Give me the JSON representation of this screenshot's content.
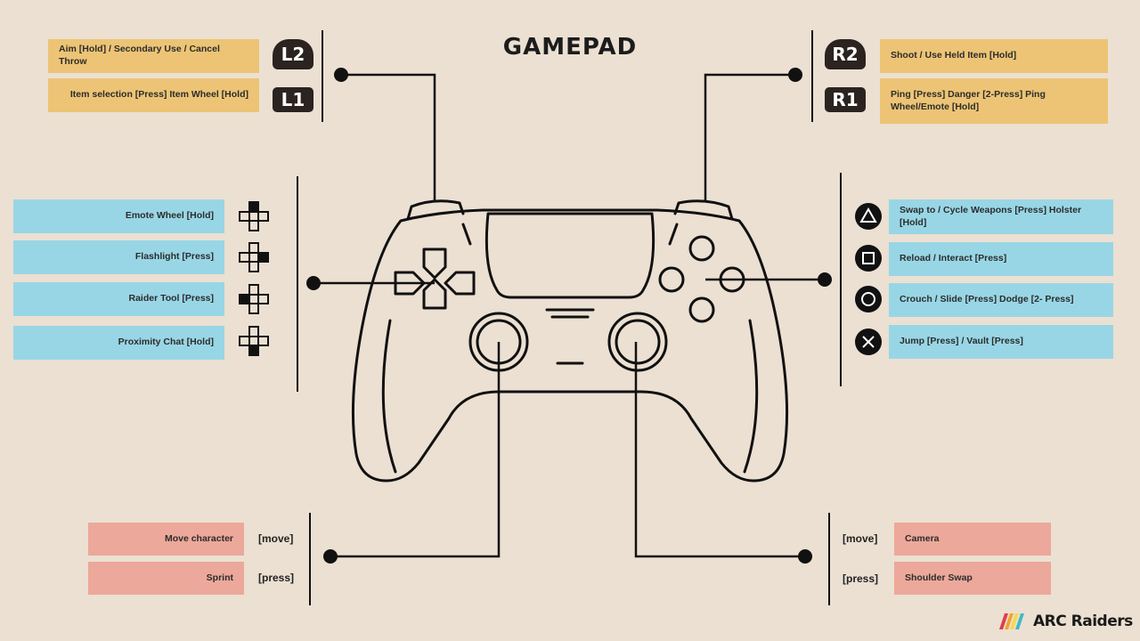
{
  "title": "GAMEPAD",
  "left_triggers": [
    {
      "button": "L2",
      "label": "Aim [Hold] / Secondary Use / Cancel Throw"
    },
    {
      "button": "L1",
      "label": "Item selection [Press] Item Wheel [Hold]"
    }
  ],
  "right_triggers": [
    {
      "button": "R2",
      "label": "Shoot / Use Held Item [Hold]"
    },
    {
      "button": "R1",
      "label": "Ping [Press] Danger [2-Press] Ping Wheel/Emote [Hold]"
    }
  ],
  "dpad": [
    {
      "direction": "up",
      "icon": "dpad-up-icon",
      "label": "Emote Wheel  [Hold]"
    },
    {
      "direction": "right",
      "icon": "dpad-right-icon",
      "label": "Flashlight [Press]"
    },
    {
      "direction": "left",
      "icon": "dpad-left-icon",
      "label": "Raider Tool [Press]"
    },
    {
      "direction": "down",
      "icon": "dpad-down-icon",
      "label": "Proximity Chat [Hold]"
    }
  ],
  "face_buttons": [
    {
      "icon": "triangle-button-icon",
      "label": "Swap to / Cycle Weapons [Press] Holster [Hold]"
    },
    {
      "icon": "square-button-icon",
      "label": "Reload / Interact [Press]"
    },
    {
      "icon": "circle-button-icon",
      "label": "Crouch / Slide [Press] Dodge  [2- Press]"
    },
    {
      "icon": "cross-button-icon",
      "label": "Jump [Press] / Vault [Press]"
    }
  ],
  "left_stick": [
    {
      "input": "[move]",
      "label": "Move character"
    },
    {
      "input": "[press]",
      "label": "Sprint"
    }
  ],
  "right_stick": [
    {
      "input": "[move]",
      "label": "Camera"
    },
    {
      "input": "[press]",
      "label": "Shoulder Swap"
    }
  ],
  "logo_text": "ARC Raiders",
  "colors": {
    "background": "#ebe0d2",
    "trigger_labels": "#edc475",
    "button_labels": "#98d6e6",
    "stick_labels": "#eca89a"
  }
}
